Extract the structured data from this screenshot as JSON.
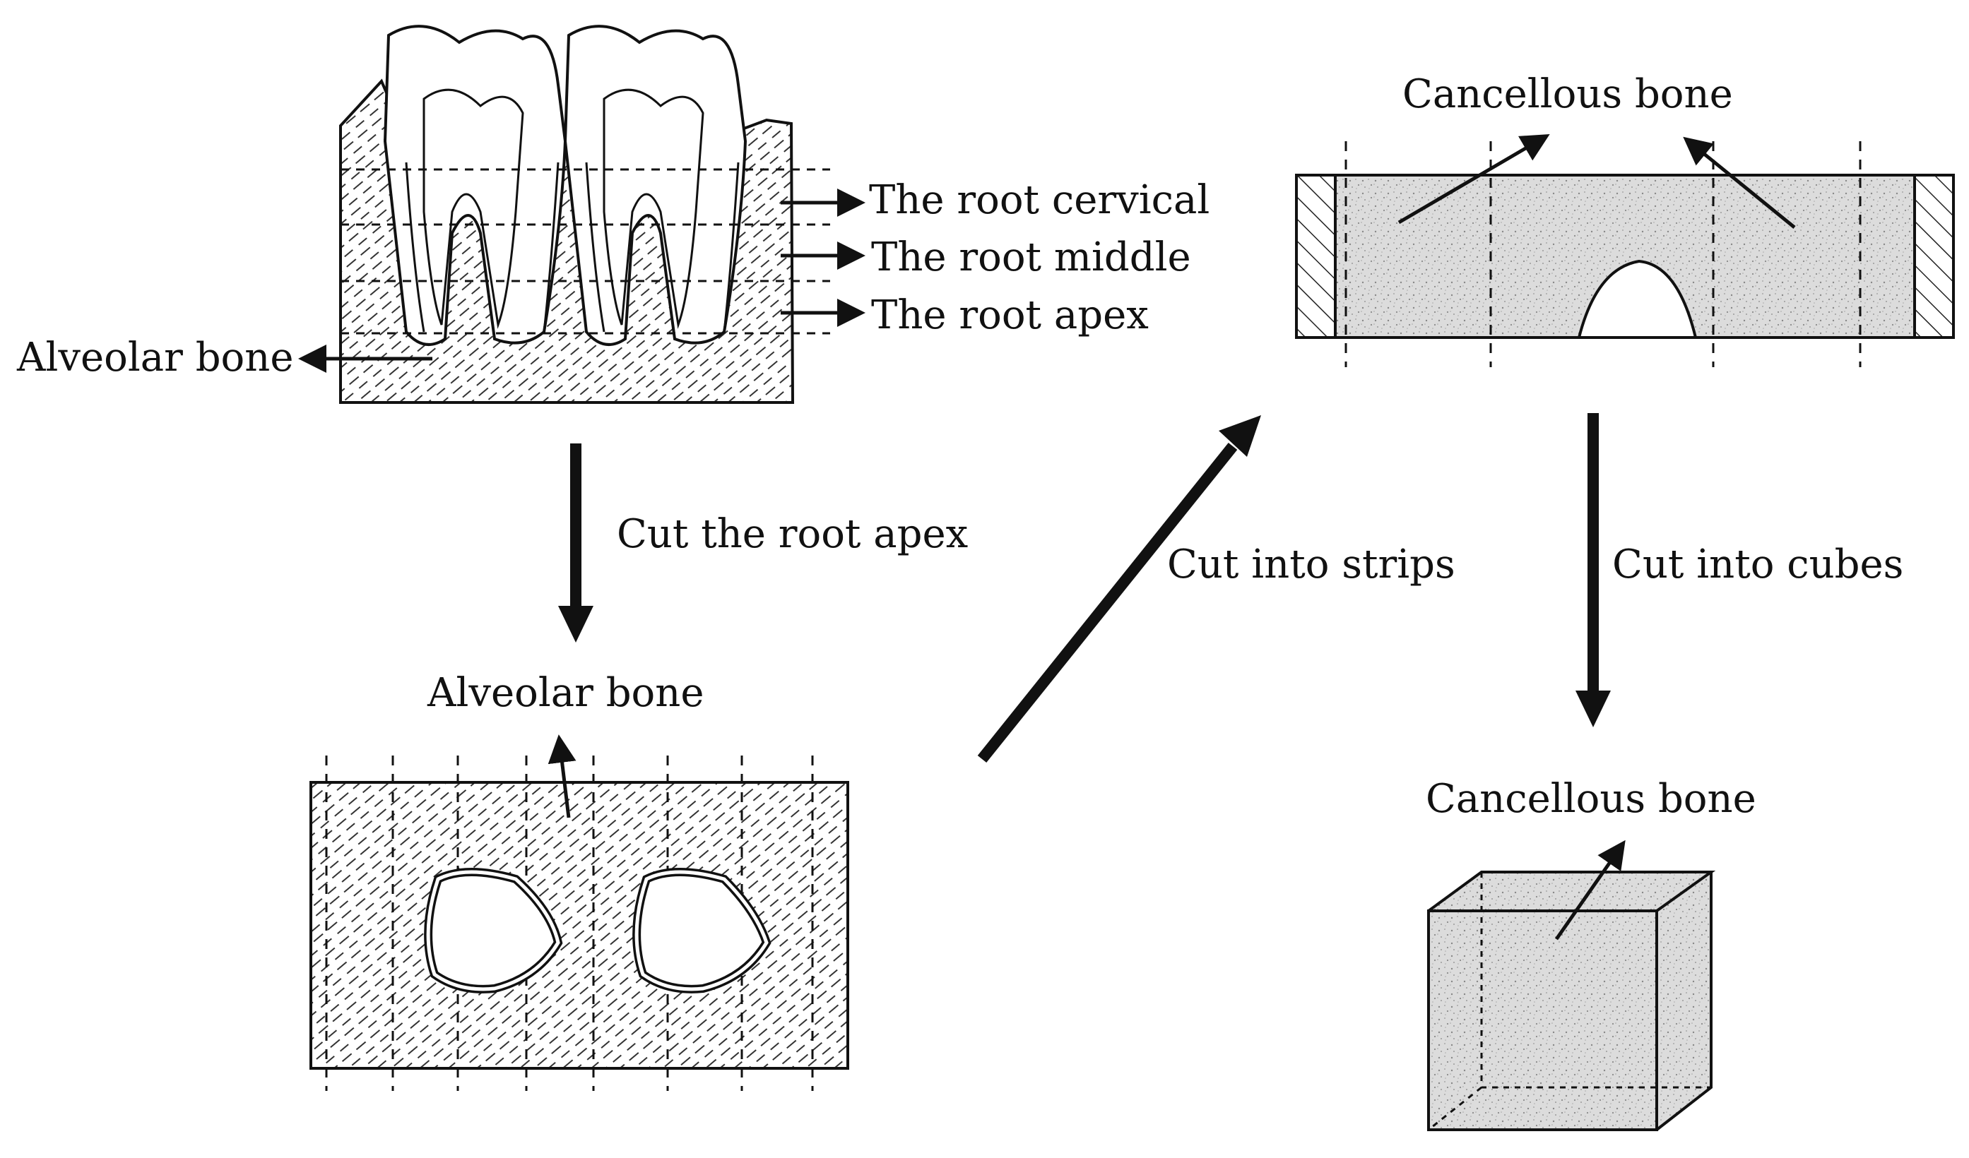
{
  "labels": {
    "root_cervical": "The root cervical",
    "root_middle": "The root middle",
    "root_apex": "The root apex",
    "alveolar_bone_top": "Alveolar bone",
    "cut_root_apex": "Cut the root apex",
    "alveolar_bone_bottom": "Alveolar bone",
    "cut_into_strips": "Cut into strips",
    "cancellous_bone_strip": "Cancellous bone",
    "cut_into_cubes": "Cut into cubes",
    "cancellous_bone_cube": "Cancellous bone"
  },
  "colors": {
    "ink": "#111111",
    "speckle": "#d9d9d9",
    "paper": "#ffffff"
  }
}
